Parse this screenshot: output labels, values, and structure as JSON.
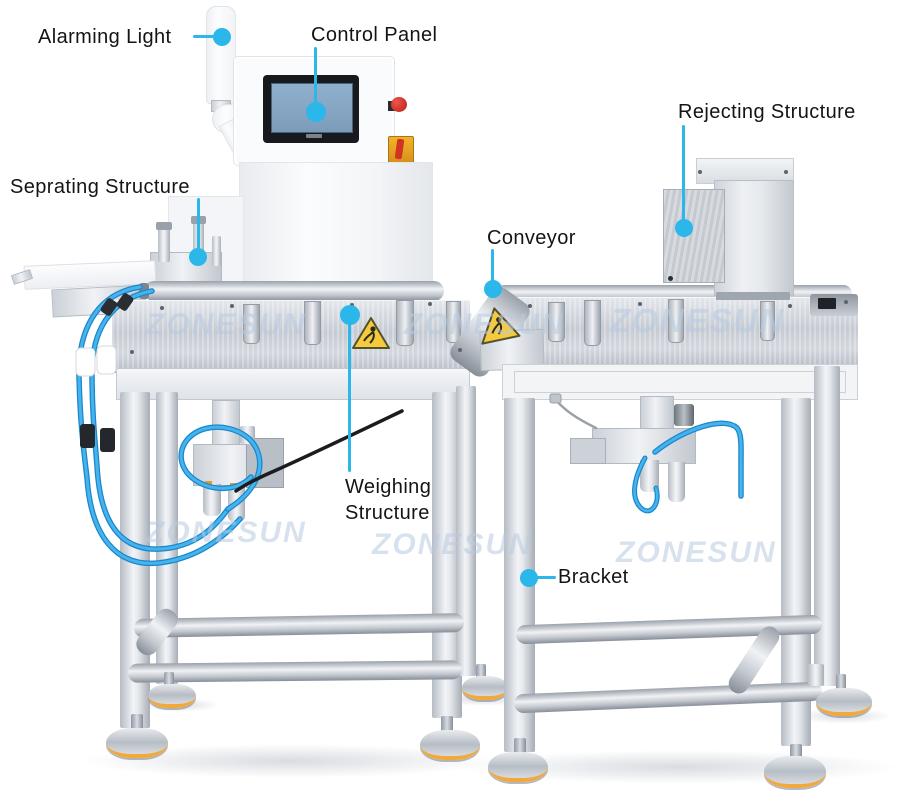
{
  "figure": {
    "type": "annotated-product-diagram",
    "subject": "checkweigher-machine-with-rejecting-conveyor",
    "watermark": "ZONESUN",
    "accent_color": "#2bb7ea",
    "label_color": "#141414",
    "warning_sign_color": "#f6ca3d",
    "tube_color": "#2aa3e4"
  },
  "annotations": [
    {
      "id": "alarming-light",
      "label": "Alarming Light"
    },
    {
      "id": "control-panel",
      "label": "Control Panel"
    },
    {
      "id": "rejecting-structure",
      "label": "Rejecting Structure"
    },
    {
      "id": "seprating-structure",
      "label": "Seprating Structure"
    },
    {
      "id": "conveyor",
      "label": "Conveyor"
    },
    {
      "id": "weighing-structure",
      "label": "Weighing Structure"
    },
    {
      "id": "bracket",
      "label": "Bracket"
    }
  ]
}
